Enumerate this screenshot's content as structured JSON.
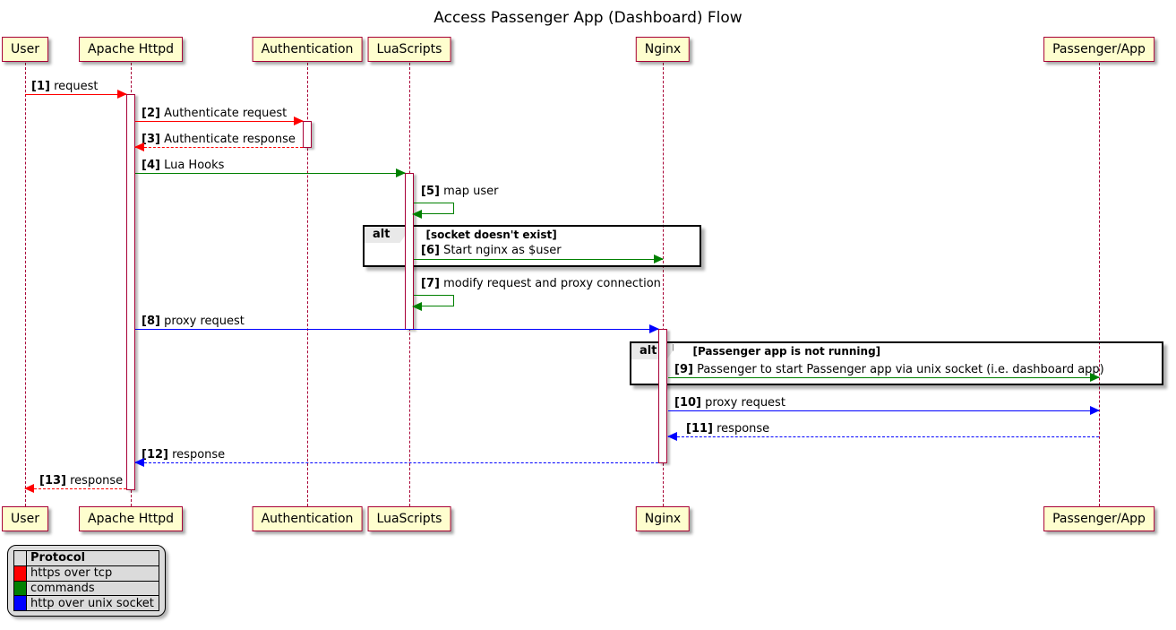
{
  "title": "Access Passenger App (Dashboard) Flow",
  "participants": [
    {
      "name": "User"
    },
    {
      "name": "Apache Httpd"
    },
    {
      "name": "Authentication"
    },
    {
      "name": "LuaScripts"
    },
    {
      "name": "Nginx"
    },
    {
      "name": "Passenger/App"
    }
  ],
  "messages": [
    {
      "seq": "[1]",
      "text": "request",
      "from": "User",
      "to": "Apache Httpd",
      "protocol": "https over tcp"
    },
    {
      "seq": "[2]",
      "text": "Authenticate request",
      "from": "Apache Httpd",
      "to": "Authentication",
      "protocol": "https over tcp"
    },
    {
      "seq": "[3]",
      "text": "Authenticate response",
      "from": "Authentication",
      "to": "Apache Httpd",
      "protocol": "https over tcp"
    },
    {
      "seq": "[4]",
      "text": "Lua Hooks",
      "from": "Apache Httpd",
      "to": "LuaScripts",
      "protocol": "commands"
    },
    {
      "seq": "[5]",
      "text": "map user",
      "from": "LuaScripts",
      "to": "LuaScripts",
      "protocol": "commands"
    },
    {
      "seq": "[6]",
      "text": "Start nginx as $user",
      "from": "LuaScripts",
      "to": "Nginx",
      "protocol": "commands"
    },
    {
      "seq": "[7]",
      "text": "modify request and proxy connection",
      "from": "LuaScripts",
      "to": "LuaScripts",
      "protocol": "commands"
    },
    {
      "seq": "[8]",
      "text": "proxy request",
      "from": "Apache Httpd",
      "to": "Nginx",
      "protocol": "http over unix socket"
    },
    {
      "seq": "[9]",
      "text": "Passenger to start Passenger app via unix socket (i.e. dashboard app)",
      "from": "Nginx",
      "to": "Passenger/App",
      "protocol": "commands"
    },
    {
      "seq": "[10]",
      "text": "proxy request",
      "from": "Nginx",
      "to": "Passenger/App",
      "protocol": "http over unix socket"
    },
    {
      "seq": "[11]",
      "text": "response",
      "from": "Passenger/App",
      "to": "Nginx",
      "protocol": "http over unix socket"
    },
    {
      "seq": "[12]",
      "text": "response",
      "from": "Nginx",
      "to": "Apache Httpd",
      "protocol": "http over unix socket"
    },
    {
      "seq": "[13]",
      "text": "response",
      "from": "Apache Httpd",
      "to": "User",
      "protocol": "https over tcp"
    }
  ],
  "alt_frames": [
    {
      "keyword": "alt",
      "condition": "[socket doesn't exist]"
    },
    {
      "keyword": "alt",
      "condition": "[Passenger app is not running]"
    }
  ],
  "legend": {
    "header": "Protocol",
    "entries": [
      {
        "color": "#FF0000",
        "label": "https over tcp"
      },
      {
        "color": "#008000",
        "label": "commands"
      },
      {
        "color": "#0000FF",
        "label": "http over unix socket"
      }
    ]
  },
  "colors": {
    "participant_fill": "#FEFECE",
    "participant_border": "#A80036",
    "https_over_tcp": "#FF0000",
    "commands": "#008000",
    "http_over_unix_socket": "#0000FF"
  }
}
